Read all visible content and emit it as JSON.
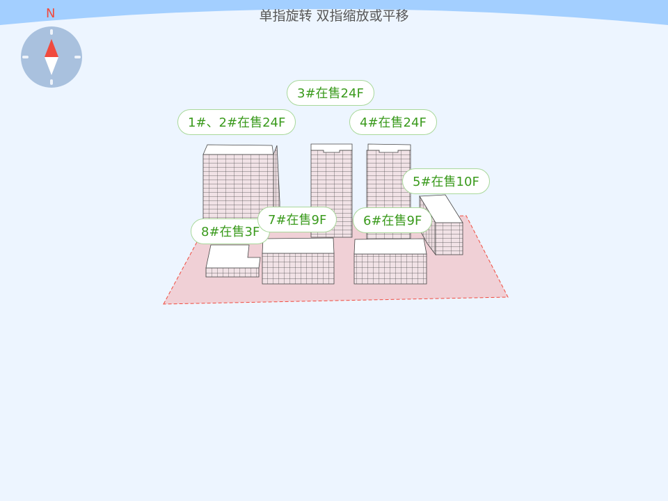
{
  "hint": "单指旋转 双指缩放或平移",
  "compass": {
    "north_label": "N",
    "needle_color": "#f04a3e"
  },
  "colors": {
    "header_band": "#a3cfff",
    "background": "#edf5ff",
    "ground_fill": "#f0d0d6",
    "ground_border": "#f04a3e",
    "tag_text": "#3a9a1c"
  },
  "buildings": [
    {
      "id": "b12",
      "label": "1#、2#在售24F"
    },
    {
      "id": "b3",
      "label": "3#在售24F"
    },
    {
      "id": "b4",
      "label": "4#在售24F"
    },
    {
      "id": "b5",
      "label": "5#在售10F"
    },
    {
      "id": "b7",
      "label": "7#在售9F"
    },
    {
      "id": "b6",
      "label": "6#在售9F"
    },
    {
      "id": "b8",
      "label": "8#在售3F"
    }
  ]
}
